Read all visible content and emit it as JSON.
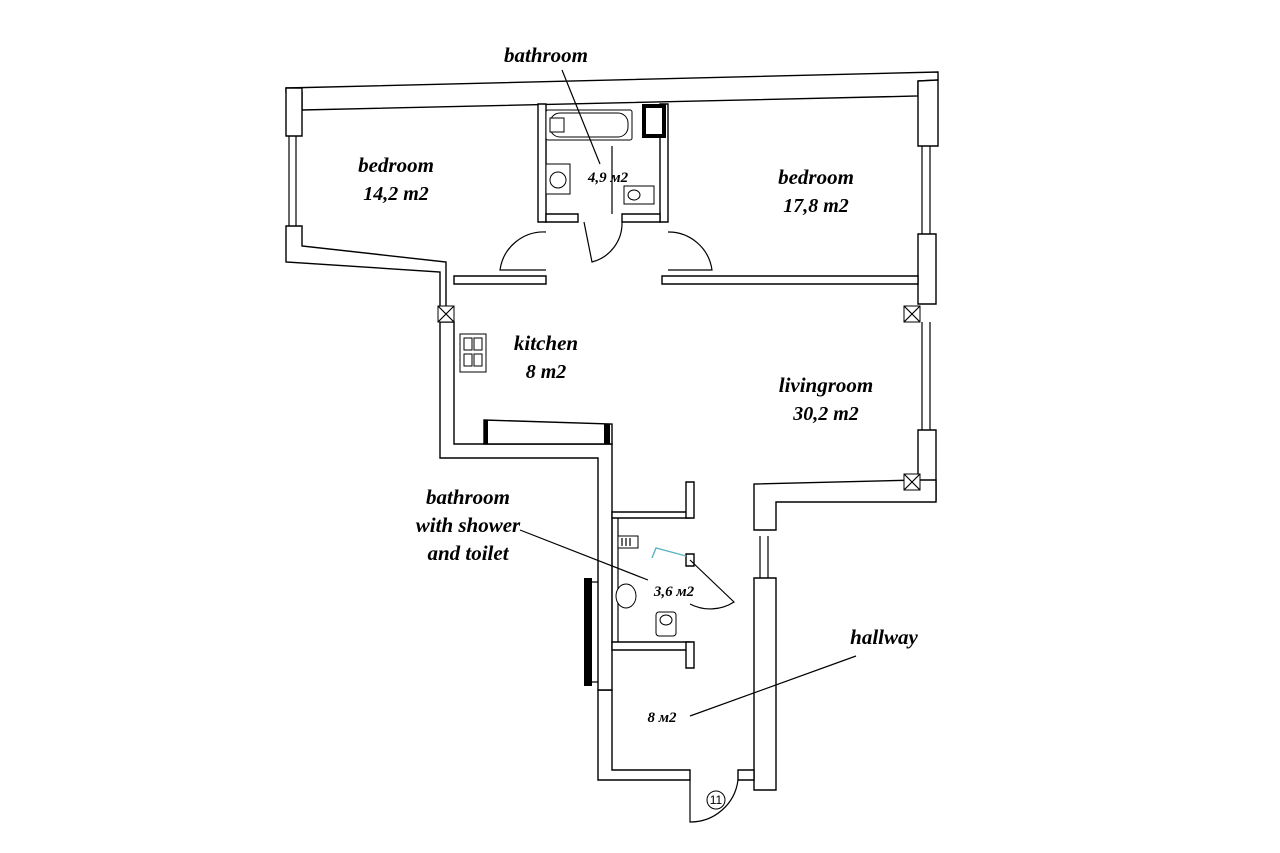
{
  "rooms": {
    "bathroom_top": {
      "label": "bathroom",
      "area": "4,9 м2"
    },
    "bedroom_left": {
      "label": "bedroom",
      "area": "14,2 m2"
    },
    "bedroom_right": {
      "label": "bedroom",
      "area": "17,8 m2"
    },
    "kitchen": {
      "label": "kitchen",
      "area": "8 m2"
    },
    "livingroom": {
      "label": "livingroom",
      "area": "30,2 m2"
    },
    "bathroom_shower": {
      "label_line1": "bathroom",
      "label_line2": "with shower",
      "label_line3": "and toilet",
      "area": "3,6 м2"
    },
    "hallway": {
      "label": "hallway",
      "area": "8 м2"
    }
  },
  "entrance_marker": "11",
  "colors": {
    "lines": "#000000",
    "background": "#ffffff",
    "window_glass": "#9fd3d8"
  }
}
